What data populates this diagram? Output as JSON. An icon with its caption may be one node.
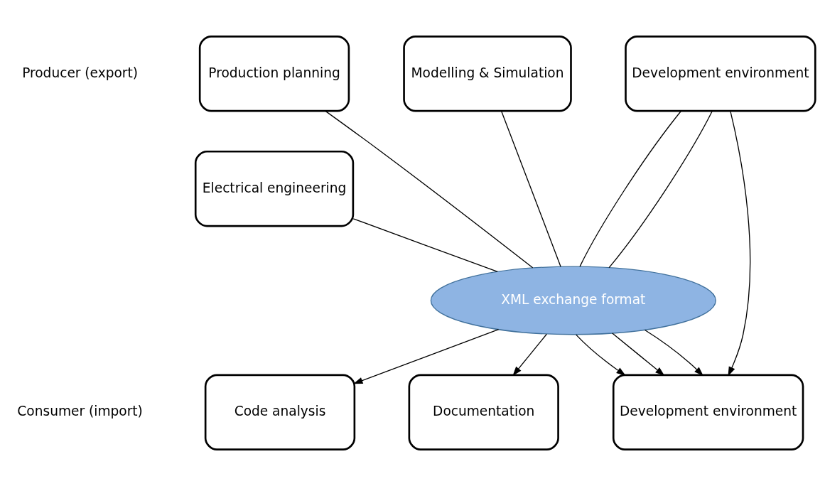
{
  "diagram": {
    "nodes": [
      {
        "text": [
          "Production planning"
        ]
      },
      {
        "text": [
          "Modelling & Simulation"
        ]
      },
      {
        "text": [
          "Development environment"
        ]
      },
      {
        "text": [
          "Electrical engineering"
        ]
      },
      {
        "text": [
          "XML exchange format"
        ]
      },
      {
        "text": [
          "Code analysis"
        ]
      },
      {
        "text": [
          "Documentation"
        ]
      },
      {
        "text": [
          "Development environment"
        ]
      }
    ],
    "edges": [
      {
        "from": 0,
        "to": 4,
        "arrow": "none"
      },
      {
        "from": 1,
        "to": 4,
        "arrow": "none"
      },
      {
        "from": 2,
        "to": 4,
        "arrow": "none"
      },
      {
        "from": 2,
        "to": 4,
        "arrow": "none"
      },
      {
        "from": 2,
        "to": 7,
        "arrow": "to"
      },
      {
        "from": 3,
        "to": 4,
        "arrow": "none"
      },
      {
        "from": 4,
        "to": 5,
        "arrow": "to"
      },
      {
        "from": 4,
        "to": 6,
        "arrow": "to"
      },
      {
        "from": 4,
        "to": 7,
        "arrow": "to"
      },
      {
        "from": 4,
        "to": 7,
        "arrow": "to"
      },
      {
        "from": 4,
        "to": 7,
        "arrow": "to"
      }
    ],
    "labels": [
      "Producer (export)",
      "Consumer (import)"
    ]
  }
}
